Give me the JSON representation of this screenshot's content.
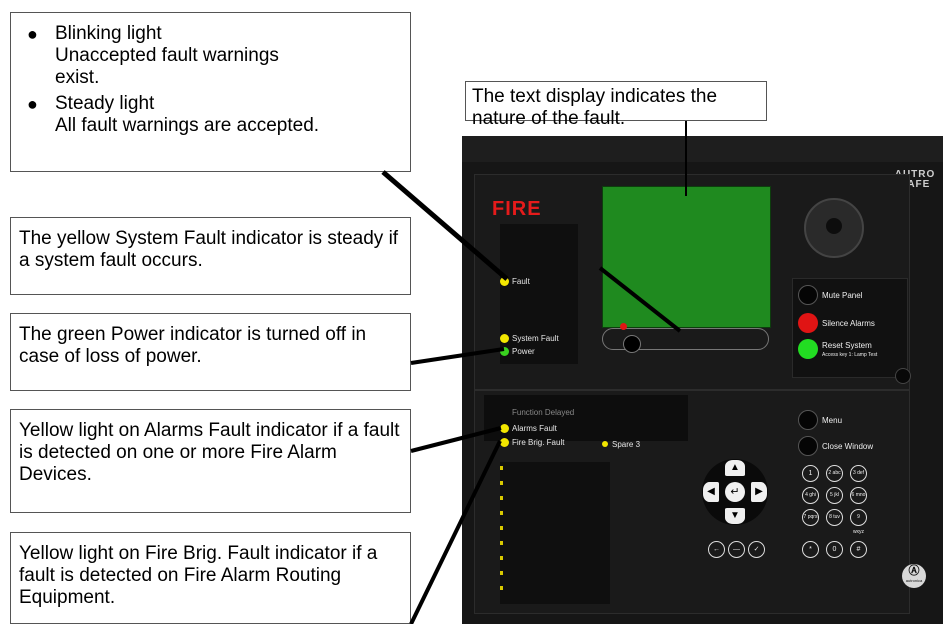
{
  "callouts": {
    "blink": {
      "items": [
        {
          "title": "Blinking light",
          "lines": [
            "Unaccepted fault warnings",
            "exist."
          ]
        },
        {
          "title": "Steady light",
          "lines": [
            "All fault warnings are accepted."
          ]
        }
      ]
    },
    "display": "The text display indicates the nature of the fault.",
    "system_fault": "The yellow System Fault indicator is steady if a system fault occurs.",
    "power": "The green Power indicator is turned off in case of loss of power.",
    "alarms_fault": "Yellow light on Alarms Fault indicator if a fault is detected on one or more Fire Alarm Devices.",
    "fire_brig_fault": "Yellow light on Fire Brig. Fault indicator if a fault is detected on Fire Alarm Routing Equipment."
  },
  "panel": {
    "brand": "AUTRO SAFE",
    "fire_label": "FIRE",
    "indicators": {
      "fault": "Fault",
      "system_fault": "System Fault",
      "power": "Power",
      "function_delayed": "Function Delayed",
      "alarms_fault": "Alarms Fault",
      "fire_brig_fault": "Fire Brig. Fault",
      "spare": "Spare 3"
    },
    "buttons": {
      "mute": "Mute Panel",
      "silence": "Silence Alarms",
      "reset": "Reset System",
      "reset_sub": "Access key 1: Lamp Test",
      "menu": "Menu",
      "close_window": "Close Window"
    },
    "keypad": [
      "1",
      "2 abc",
      "3 def",
      "4 ghi",
      "5 jkl",
      "6 mno",
      "7 pqrs",
      "8 tuv",
      "9 wxyz",
      "*",
      "0",
      "#"
    ],
    "logo_small": "autronica"
  },
  "colors": {
    "display_green": "#1f8a1f",
    "led_yellow": "#f2e600",
    "led_green": "#39d11f",
    "silence_red": "#e01414",
    "reset_green": "#22dd22",
    "fire_red": "#e51b1b"
  }
}
